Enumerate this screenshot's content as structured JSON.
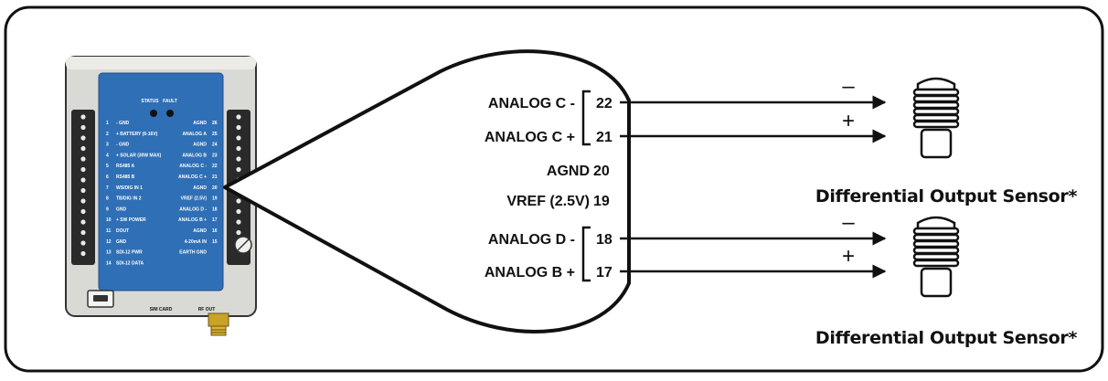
{
  "device": {
    "status_label": "STATUS",
    "fault_label": "FAULT",
    "left_pins": [
      {
        "num": "1",
        "label": "- GND"
      },
      {
        "num": "2",
        "label": "+ BATTERY (6-16V)"
      },
      {
        "num": "3",
        "label": "- GND"
      },
      {
        "num": "4",
        "label": "+ SOLAR (30W MAX)"
      },
      {
        "num": "5",
        "label": "RS485 A"
      },
      {
        "num": "6",
        "label": "RS485 B"
      },
      {
        "num": "7",
        "label": "WS/DIG IN 1"
      },
      {
        "num": "8",
        "label": "TB/DIG IN 2"
      },
      {
        "num": "9",
        "label": "GND"
      },
      {
        "num": "10",
        "label": "+ SW POWER"
      },
      {
        "num": "11",
        "label": "DOUT"
      },
      {
        "num": "12",
        "label": "GND"
      },
      {
        "num": "13",
        "label": "SDI-12 PWR"
      },
      {
        "num": "14",
        "label": "SDI-12 DATA"
      }
    ],
    "right_pins": [
      {
        "num": "26",
        "label": "AGND"
      },
      {
        "num": "25",
        "label": "ANALOG A"
      },
      {
        "num": "24",
        "label": "AGND"
      },
      {
        "num": "23",
        "label": "ANALOG B"
      },
      {
        "num": "22",
        "label": "ANALOG C -"
      },
      {
        "num": "21",
        "label": "ANALOG C +"
      },
      {
        "num": "20",
        "label": "AGND"
      },
      {
        "num": "19",
        "label": "VREF (2.5V)"
      },
      {
        "num": "18",
        "label": "ANALOG D -"
      },
      {
        "num": "17",
        "label": "ANALOG B +"
      },
      {
        "num": "16",
        "label": "AGND"
      },
      {
        "num": "15",
        "label": "4-20mA IN"
      },
      {
        "num": "",
        "label": "EARTH GND"
      }
    ],
    "sim_label": "SIM CARD",
    "rf_label": "RF OUT"
  },
  "zoom": {
    "pins": [
      {
        "label": "ANALOG C -",
        "num": "22"
      },
      {
        "label": "ANALOG C +",
        "num": "21"
      },
      {
        "label": "AGND",
        "num": "20"
      },
      {
        "label": "VREF (2.5V)",
        "num": "19"
      },
      {
        "label": "ANALOG D -",
        "num": "18"
      },
      {
        "label": "ANALOG B +",
        "num": "17"
      }
    ]
  },
  "sensors": [
    {
      "minus": "–",
      "plus": "+",
      "caption": "Differential Output Sensor*"
    },
    {
      "minus": "–",
      "plus": "+",
      "caption": "Differential Output Sensor*"
    }
  ],
  "colors": {
    "panel_blue": "#2f6fb5",
    "housing": "#d9d9d6",
    "ink": "#111111"
  }
}
